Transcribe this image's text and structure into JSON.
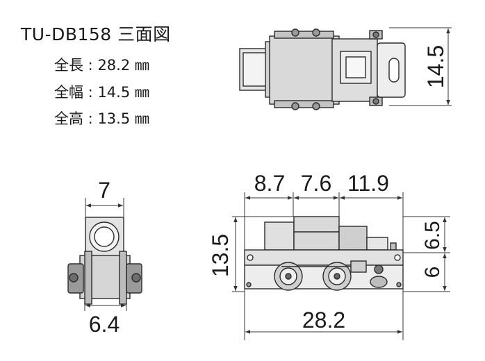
{
  "title": "TU-DB158 三面図",
  "specs": [
    {
      "label": "全長",
      "sep": " : ",
      "value": "28.2",
      "unit": "㎜"
    },
    {
      "label": "全幅",
      "sep": " : ",
      "value": "14.5",
      "unit": "㎜"
    },
    {
      "label": "全高",
      "sep": " : ",
      "value": "13.5",
      "unit": "㎜"
    }
  ],
  "dimensions": {
    "top_width": "14.5",
    "front_width": "7",
    "front_wheel": "6.4",
    "side_a": "8.7",
    "side_b": "7.6",
    "side_c": "11.9",
    "side_height": "13.5",
    "side_upper": "6.5",
    "side_lower": "6",
    "side_length": "28.2"
  },
  "colors": {
    "body": "#d9d9d9",
    "light": "#eeeeee",
    "dark": "#7a7a7a",
    "line": "#2b2b2b"
  }
}
